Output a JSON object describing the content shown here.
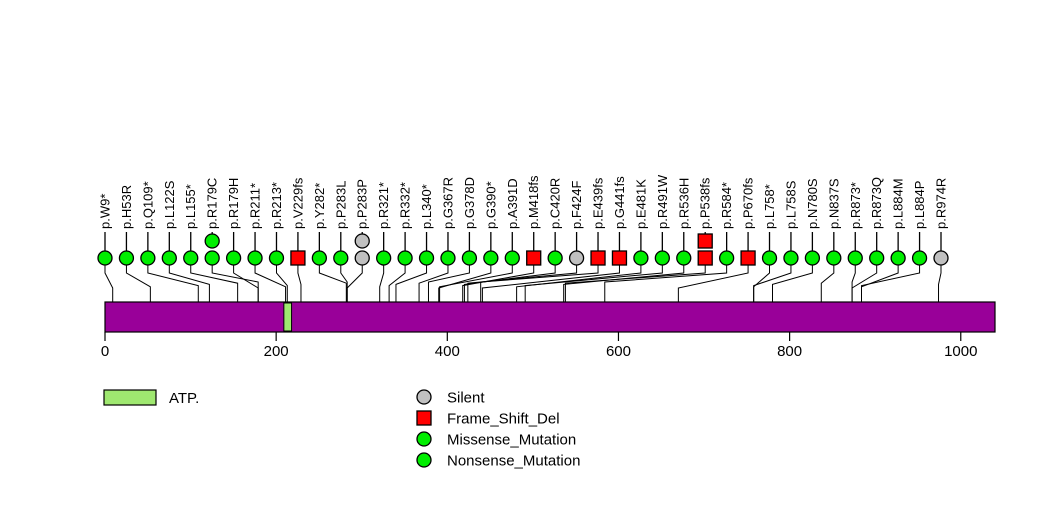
{
  "chart_data": {
    "type": "lollipop",
    "title": "",
    "xlabel": "",
    "ylabel": "",
    "xlim": [
      0,
      1040
    ],
    "axis_ticks": [
      0,
      200,
      400,
      600,
      800,
      1000
    ],
    "protein_length": 1040,
    "protein_color": "#990099",
    "domains": [
      {
        "name": "ATP.",
        "start": 209,
        "end": 218,
        "color": "#9FE870"
      }
    ],
    "marker_colors": {
      "Silent": "#C0C0C0",
      "Frame_Shift_Del": "#FF0000",
      "Missense_Mutation": "#00EE00",
      "Nonsense_Mutation": "#00EE00"
    },
    "mutations": [
      {
        "label": "p.W9*",
        "position": 9,
        "type": "Nonsense_Mutation",
        "count": 1
      },
      {
        "label": "p.H53R",
        "position": 53,
        "type": "Missense_Mutation",
        "count": 1
      },
      {
        "label": "p.Q109*",
        "position": 109,
        "type": "Nonsense_Mutation",
        "count": 1
      },
      {
        "label": "p.L122S",
        "position": 122,
        "type": "Missense_Mutation",
        "count": 1
      },
      {
        "label": "p.L155*",
        "position": 155,
        "type": "Nonsense_Mutation",
        "count": 1
      },
      {
        "label": "p.R179C",
        "position": 179,
        "type": "Missense_Mutation",
        "count": 2
      },
      {
        "label": "p.R179H",
        "position": 179,
        "type": "Missense_Mutation",
        "count": 1
      },
      {
        "label": "p.R211*",
        "position": 211,
        "type": "Nonsense_Mutation",
        "count": 1
      },
      {
        "label": "p.R213*",
        "position": 213,
        "type": "Nonsense_Mutation",
        "count": 1
      },
      {
        "label": "p.V229fs",
        "position": 229,
        "type": "Frame_Shift_Del",
        "count": 1
      },
      {
        "label": "p.Y282*",
        "position": 282,
        "type": "Nonsense_Mutation",
        "count": 1
      },
      {
        "label": "p.P283L",
        "position": 283,
        "type": "Missense_Mutation",
        "count": 1
      },
      {
        "label": "p.P283P",
        "position": 283,
        "type": "Silent",
        "count": 2
      },
      {
        "label": "p.R321*",
        "position": 321,
        "type": "Nonsense_Mutation",
        "count": 1
      },
      {
        "label": "p.R332*",
        "position": 332,
        "type": "Nonsense_Mutation",
        "count": 1
      },
      {
        "label": "p.L340*",
        "position": 340,
        "type": "Nonsense_Mutation",
        "count": 1
      },
      {
        "label": "p.G367R",
        "position": 367,
        "type": "Missense_Mutation",
        "count": 1
      },
      {
        "label": "p.G378D",
        "position": 378,
        "type": "Missense_Mutation",
        "count": 1
      },
      {
        "label": "p.G390*",
        "position": 390,
        "type": "Nonsense_Mutation",
        "count": 1
      },
      {
        "label": "p.A391D",
        "position": 391,
        "type": "Missense_Mutation",
        "count": 1
      },
      {
        "label": "p.M418fs",
        "position": 418,
        "type": "Frame_Shift_Del",
        "count": 1
      },
      {
        "label": "p.C420R",
        "position": 420,
        "type": "Missense_Mutation",
        "count": 1
      },
      {
        "label": "p.F424F",
        "position": 424,
        "type": "Silent",
        "count": 1
      },
      {
        "label": "p.E439fs",
        "position": 439,
        "type": "Frame_Shift_Del",
        "count": 1
      },
      {
        "label": "p.G441fs",
        "position": 441,
        "type": "Frame_Shift_Del",
        "count": 1
      },
      {
        "label": "p.E481K",
        "position": 481,
        "type": "Missense_Mutation",
        "count": 1
      },
      {
        "label": "p.R491W",
        "position": 491,
        "type": "Missense_Mutation",
        "count": 1
      },
      {
        "label": "p.R536H",
        "position": 536,
        "type": "Missense_Mutation",
        "count": 1
      },
      {
        "label": "p.P538fs",
        "position": 538,
        "type": "Frame_Shift_Del",
        "count": 2
      },
      {
        "label": "p.R584*",
        "position": 584,
        "type": "Nonsense_Mutation",
        "count": 1
      },
      {
        "label": "p.P670fs",
        "position": 670,
        "type": "Frame_Shift_Del",
        "count": 1
      },
      {
        "label": "p.L758*",
        "position": 758,
        "type": "Nonsense_Mutation",
        "count": 1
      },
      {
        "label": "p.L758S",
        "position": 758,
        "type": "Missense_Mutation",
        "count": 1
      },
      {
        "label": "p.N780S",
        "position": 780,
        "type": "Missense_Mutation",
        "count": 1
      },
      {
        "label": "p.N837S",
        "position": 837,
        "type": "Missense_Mutation",
        "count": 1
      },
      {
        "label": "p.R873*",
        "position": 873,
        "type": "Nonsense_Mutation",
        "count": 1
      },
      {
        "label": "p.R873Q",
        "position": 873,
        "type": "Missense_Mutation",
        "count": 1
      },
      {
        "label": "p.L884M",
        "position": 884,
        "type": "Missense_Mutation",
        "count": 1
      },
      {
        "label": "p.L884P",
        "position": 884,
        "type": "Missense_Mutation",
        "count": 1
      },
      {
        "label": "p.R974R",
        "position": 974,
        "type": "Silent",
        "count": 1
      }
    ]
  },
  "legend": {
    "domain_entries": [
      {
        "label": "ATP.",
        "color": "#9FE870"
      }
    ],
    "mutation_entries": [
      {
        "label": "Silent",
        "shape": "circle",
        "color": "#C0C0C0"
      },
      {
        "label": "Frame_Shift_Del",
        "shape": "square",
        "color": "#FF0000"
      },
      {
        "label": "Missense_Mutation",
        "shape": "circle",
        "color": "#00EE00"
      },
      {
        "label": "Nonsense_Mutation",
        "shape": "circle",
        "color": "#00EE00"
      }
    ]
  }
}
